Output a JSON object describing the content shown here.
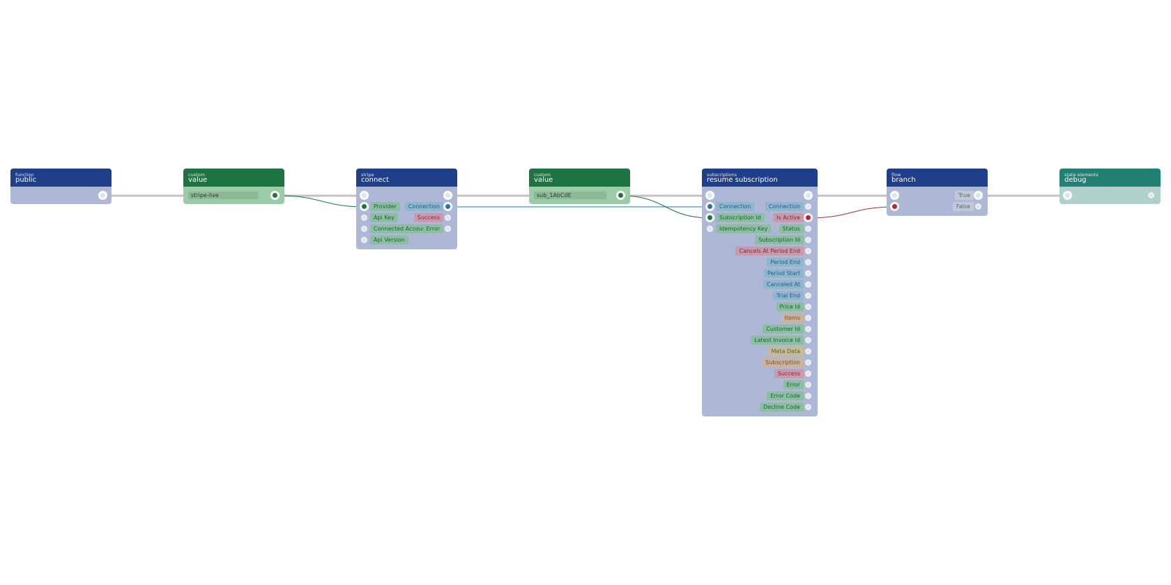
{
  "nodes": {
    "public": {
      "category": "function",
      "title": "public"
    },
    "value1": {
      "category": "custom",
      "title": "value",
      "value": "stripe-live"
    },
    "connect": {
      "category": "stripe",
      "title": "connect",
      "inputs": [
        "Provider",
        "Api Key",
        "Connected Account",
        "Api Version"
      ],
      "outputs": [
        "Connection",
        "Success",
        "Error"
      ]
    },
    "value2": {
      "category": "custom",
      "title": "value",
      "value": "sub_1AbCdE"
    },
    "resume": {
      "category": "subscriptions",
      "title": "resume subscription",
      "inputs": [
        "Connection",
        "Subscription Id",
        "Idempotency Key"
      ],
      "outputs": [
        "Connection",
        "Is Active",
        "Status",
        "Subscription Id",
        "Cancels At Period End",
        "Period End",
        "Period Start",
        "Canceled At",
        "Trial End",
        "Price Id",
        "Items",
        "Customer Id",
        "Latest Invoice Id",
        "Meta Data",
        "Subscription",
        "Success",
        "Error",
        "Error Code",
        "Decline Code"
      ]
    },
    "branch": {
      "category": "flow",
      "title": "branch",
      "outputs": [
        "True",
        "False"
      ]
    },
    "debug": {
      "category": "state elements",
      "title": "debug"
    }
  },
  "colors": {
    "header_blue": "#203f8b",
    "header_green": "#1d7440",
    "header_teal": "#227f73",
    "wire_exec": "#c2c2c2",
    "wire_string": "#1d7440",
    "wire_connection": "#2176ae",
    "wire_bool": "#b02a30"
  }
}
